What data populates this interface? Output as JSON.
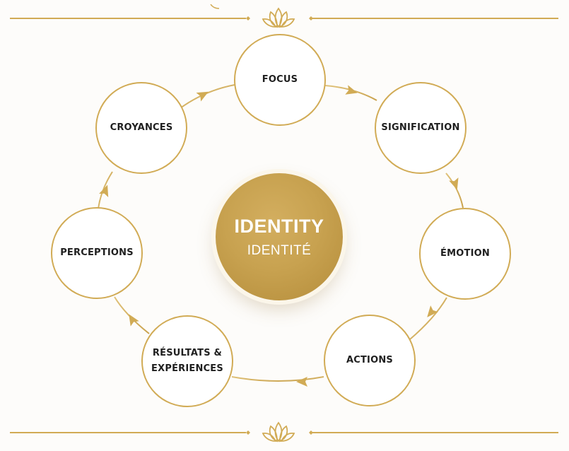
{
  "center": {
    "title": "IDENTITY",
    "subtitle": "IDENTITÉ"
  },
  "nodes": [
    {
      "id": "focus",
      "label": "FOCUS"
    },
    {
      "id": "signification",
      "label": "SIGNIFICATION"
    },
    {
      "id": "emotion",
      "label": "ÉMOTION"
    },
    {
      "id": "actions",
      "label": "ACTIONS"
    },
    {
      "id": "resultats",
      "label": "RÉSULTATS &\nEXPÉRIENCES"
    },
    {
      "id": "perceptions",
      "label": "PERCEPTIONS"
    },
    {
      "id": "croyances",
      "label": "CROYANCES"
    }
  ],
  "colors": {
    "gold": "#d1ab55",
    "center": "#c8a250",
    "text": "#1f1f1f",
    "background": "#fdfcfa"
  },
  "icons": {
    "divider_ornament": "lotus-icon"
  }
}
